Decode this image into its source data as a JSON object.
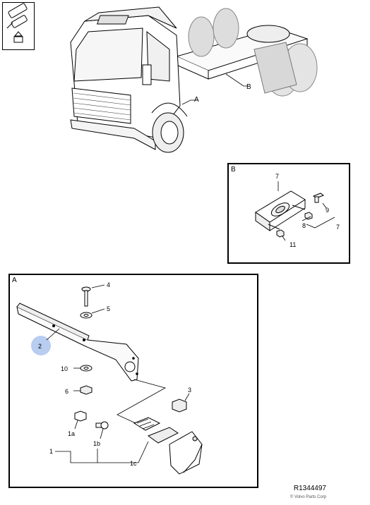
{
  "colors": {
    "line": "#000000",
    "callout_fill": "#b8cdf0",
    "gray_fill": "#e8e8e8"
  },
  "legend_icon": "installation-symbol-icon",
  "truck": {
    "callout_A": "A",
    "callout_B": "B"
  },
  "detail_B": {
    "title": "B",
    "labels": {
      "l7a": "7",
      "l9": "9",
      "l8": "8",
      "l7b": "7",
      "l11": "11"
    }
  },
  "detail_A": {
    "title": "A",
    "labels": {
      "l4": "4",
      "l5": "5",
      "l2": "2",
      "l10": "10",
      "l6": "6",
      "l3": "3",
      "l1a": "1a",
      "l1b": "1b",
      "l1": "1",
      "l1c": "1c"
    }
  },
  "footer": {
    "ref": "R1344497",
    "copyright": "© Volvo Parts Corp"
  }
}
